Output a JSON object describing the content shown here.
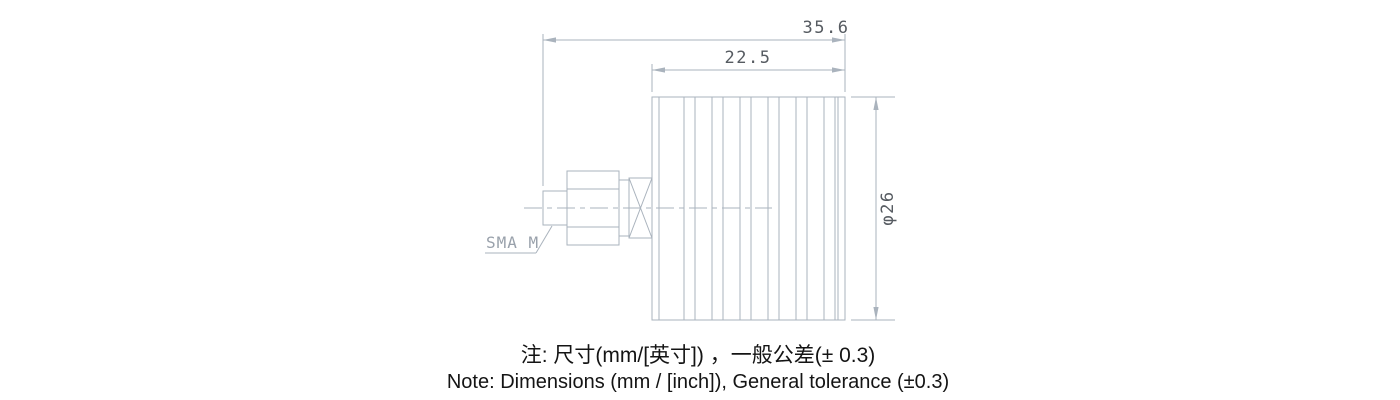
{
  "drawing": {
    "dimensions": {
      "overall_length": "35.6",
      "body_length": "22.5",
      "diameter": "φ26"
    },
    "labels": {
      "connector": "SMA M"
    },
    "notes": {
      "cn": "注: 尺寸(mm/[英寸]) ，一般公差(± 0.3)",
      "en": "Note: Dimensions (mm / [inch]), General tolerance (±0.3)"
    },
    "colors": {
      "line": "#aab3bd",
      "dim_text": "#565b61",
      "label_text": "#99a1ab",
      "note_text": "#141414",
      "background": "#ffffff"
    }
  }
}
